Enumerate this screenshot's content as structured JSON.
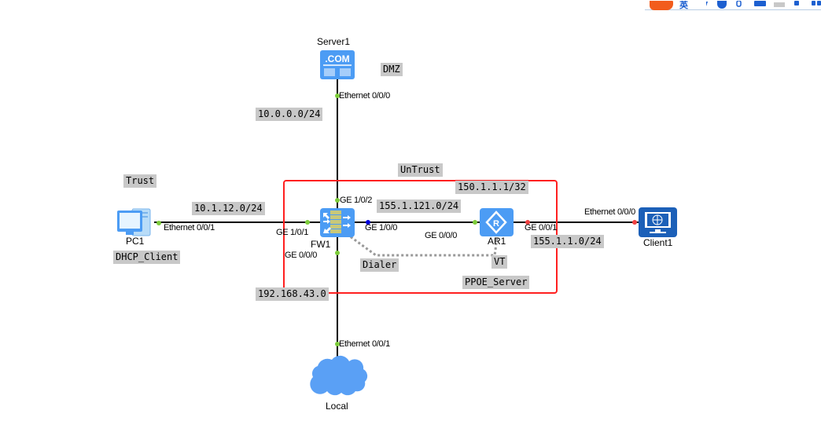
{
  "app": {
    "tray_icons": [
      "sogou-ime-icon",
      "lang-cn-icon",
      "punctuation-icon",
      "emoji-icon",
      "mic-icon",
      "keyboard-icon",
      "skin-icon",
      "toolbox-icon",
      "more-icon"
    ],
    "tray_lang": "英"
  },
  "colors": {
    "link": "#000000",
    "port_up": "#7ccc3a",
    "port_down": "#f04040",
    "port_blue": "#0000e0",
    "device_blue": "#4c9cf4",
    "area_red": "#ff2020",
    "note_bg": "#c8c8c8"
  },
  "devices": {
    "server1": {
      "label": "Server1",
      "icon_text": ".COM"
    },
    "pc1": {
      "label": "PC1"
    },
    "fw1": {
      "label": "FW1"
    },
    "ar1": {
      "label": "AR1"
    },
    "client1": {
      "label": "Client1"
    },
    "local": {
      "label": "Local"
    }
  },
  "ports": {
    "server1_eth": "Ethernet 0/0/0",
    "pc1_eth": "Ethernet 0/0/1",
    "fw1_ge101": "GE 1/0/1",
    "fw1_ge102": "GE 1/0/2",
    "fw1_ge100": "GE 1/0/0",
    "fw1_ge000": "GE 0/0/0",
    "ar1_ge000": "GE 0/0/0",
    "ar1_ge001": "GE 0/0/1",
    "client1_eth": "Ethernet 0/0/0",
    "local_eth": "Ethernet 0/0/1"
  },
  "notes": {
    "dmz": "DMZ",
    "net_dmz": "10.0.0.0/24",
    "trust": "Trust",
    "net_trust": "10.1.12.0/24",
    "dhcp_client": "DHCP_Client",
    "untrust": "UnTrust",
    "loopback": "150.1.1.1/32",
    "net_untrust": "155.1.121.0/24",
    "net_client": "155.1.1.0/24",
    "dialer": "Dialer",
    "vt": "VT",
    "pppoe_server": "PPOE_Server",
    "net_local": "192.168.43.0"
  }
}
